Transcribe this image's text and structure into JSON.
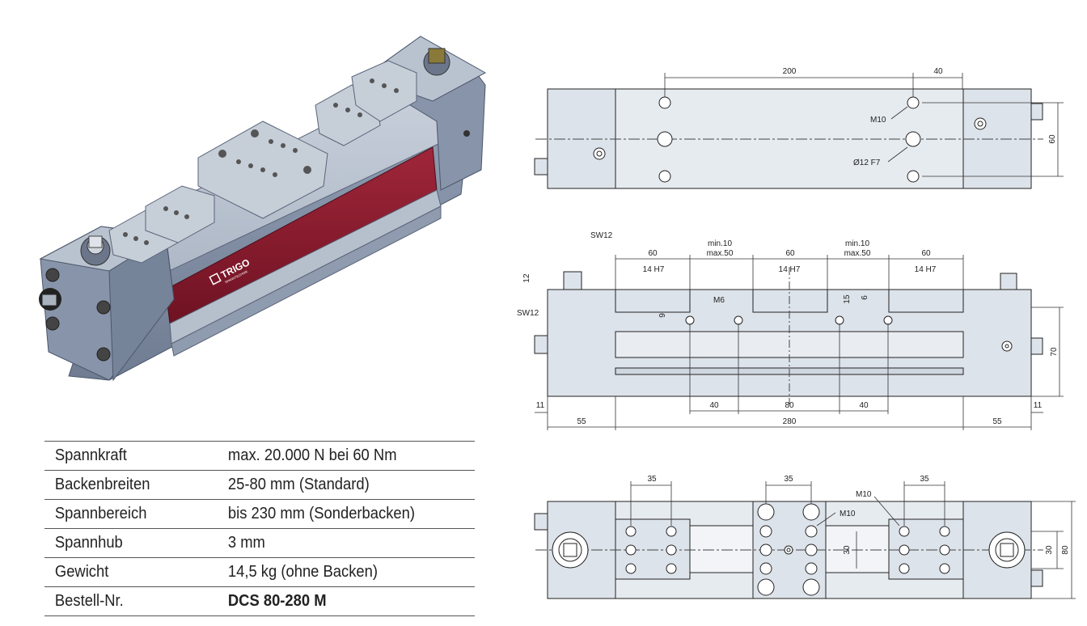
{
  "specs": [
    {
      "label": "Spannkraft",
      "value": "max. 20.000 N bei 60 Nm"
    },
    {
      "label": "Backenbreiten",
      "value": "25-80 mm (Standard)"
    },
    {
      "label": "Spannbereich",
      "value": "bis 230 mm (Sonderbacken)"
    },
    {
      "label": "Spannhub",
      "value": "3 mm"
    },
    {
      "label": "Gewicht",
      "value": "14,5 kg (ohne Backen)"
    },
    {
      "label": "Bestell-Nr.",
      "value": "DCS 80-280 M"
    }
  ],
  "brand": {
    "logo_text": "TRIGO",
    "logo_sub": "SPANNTECHNIK"
  },
  "top_view": {
    "dim_200": "200",
    "dim_40": "40",
    "m10": "M10",
    "bore": "Ø12 F7",
    "dim_60": "60"
  },
  "side_view": {
    "sw12_top": "SW12",
    "sw12_left": "SW12",
    "jaw_width": "60",
    "min10": "min.10",
    "max50": "max.50",
    "h7": "14 H7",
    "m6": "M6",
    "d12": "12",
    "d9": "9",
    "d15": "15",
    "d6": "6",
    "d70": "70",
    "d11": "11",
    "d55": "55",
    "d280": "280",
    "d40": "40",
    "d80": "80"
  },
  "bottom_view": {
    "d35": "35",
    "m10": "M10",
    "d30": "30",
    "d80": "80"
  },
  "colors": {
    "photo_body": "#9ba8bb",
    "photo_red": "#8b1a2c",
    "drawing_fill": "#dde3ea",
    "line": "#222222"
  }
}
